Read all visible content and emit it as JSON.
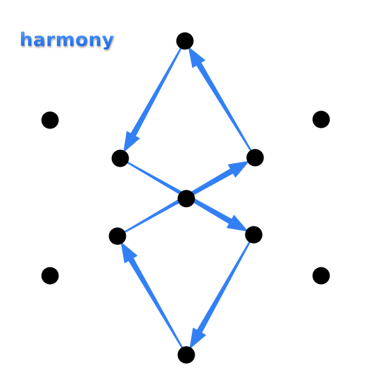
{
  "title": "harmony",
  "colors": {
    "title": "#2E7BEF",
    "arrow": "#3380F5",
    "dot": "#000000",
    "background": "#FFFFFF"
  },
  "dots": [
    {
      "id": "top"
    },
    {
      "id": "left-outer-upper"
    },
    {
      "id": "right-outer-upper"
    },
    {
      "id": "inner-left-upper"
    },
    {
      "id": "inner-right-upper"
    },
    {
      "id": "center"
    },
    {
      "id": "inner-left-lower"
    },
    {
      "id": "inner-right-lower"
    },
    {
      "id": "left-outer-lower"
    },
    {
      "id": "right-outer-lower"
    },
    {
      "id": "bottom"
    }
  ],
  "arrows": [
    {
      "from": "top",
      "to": "inner-left-upper"
    },
    {
      "from": "inner-left-upper",
      "to": "inner-right-lower"
    },
    {
      "from": "inner-right-lower",
      "to": "bottom"
    },
    {
      "from": "bottom",
      "to": "inner-left-lower"
    },
    {
      "from": "inner-left-lower",
      "to": "inner-right-upper"
    },
    {
      "from": "inner-right-upper",
      "to": "top"
    }
  ]
}
